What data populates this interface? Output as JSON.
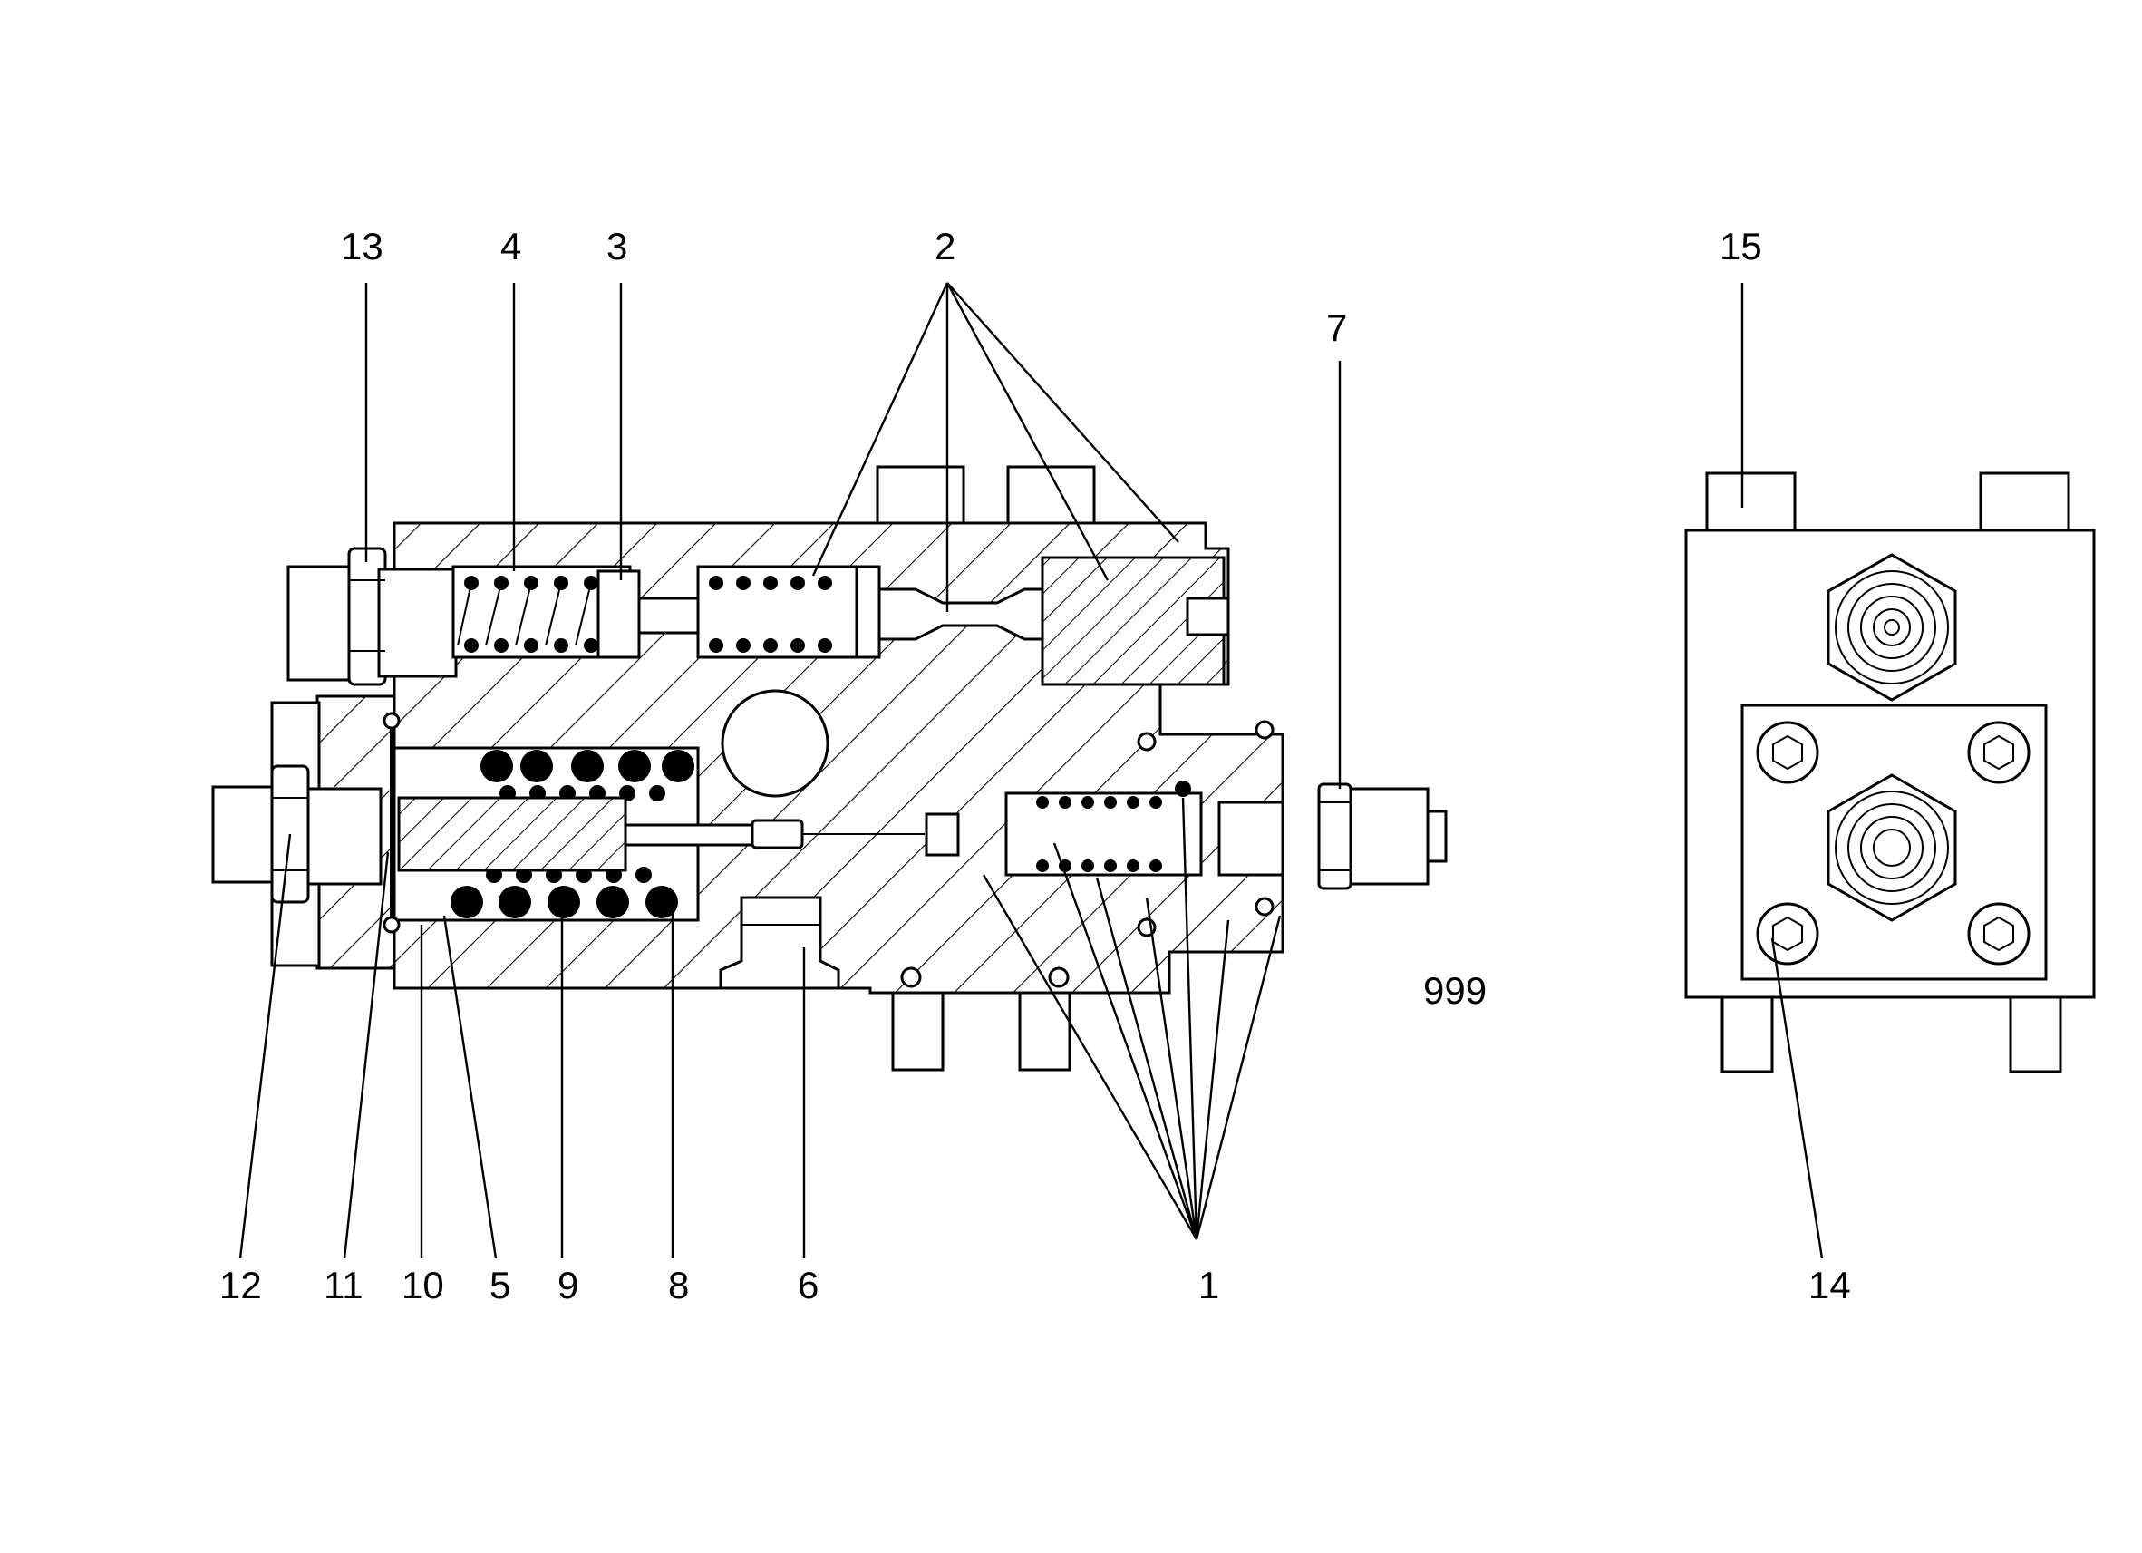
{
  "drawing_id": "999",
  "callouts": {
    "c1": "1",
    "c2": "2",
    "c3": "3",
    "c4": "4",
    "c5": "5",
    "c6": "6",
    "c7": "7",
    "c8": "8",
    "c9": "9",
    "c10": "10",
    "c11": "11",
    "c12": "12",
    "c13": "13",
    "c14": "14",
    "c15": "15"
  },
  "colors": {
    "ink": "#000000",
    "paper": "#ffffff"
  }
}
